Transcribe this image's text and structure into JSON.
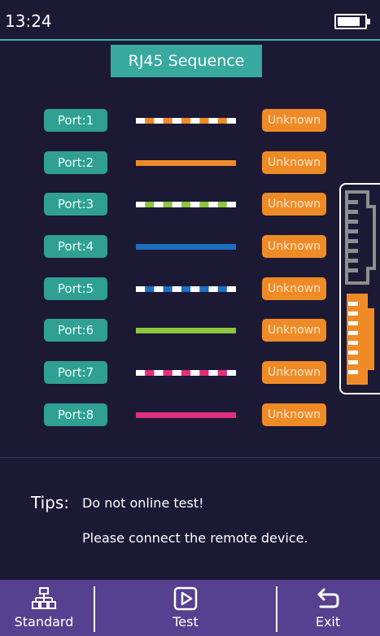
{
  "status_bar": {
    "time": "13:24",
    "battery_level_percent": 85
  },
  "title": "RJ45 Sequence",
  "colors": {
    "background": "#1c1935",
    "accent_teal": "#37a99e",
    "status_orange": "#ef8b26",
    "bottom_bar": "#55418f",
    "wire_orange": "#ef8b26",
    "wire_green": "#8cc63f",
    "wire_blue": "#1d6fc0",
    "wire_pink": "#e0307a"
  },
  "ports": [
    {
      "label": "Port:1",
      "wire": {
        "color": "orange",
        "striped": true
      },
      "status": "Unknown"
    },
    {
      "label": "Port:2",
      "wire": {
        "color": "orange",
        "striped": false
      },
      "status": "Unknown"
    },
    {
      "label": "Port:3",
      "wire": {
        "color": "green",
        "striped": true
      },
      "status": "Unknown"
    },
    {
      "label": "Port:4",
      "wire": {
        "color": "blue",
        "striped": false
      },
      "status": "Unknown"
    },
    {
      "label": "Port:5",
      "wire": {
        "color": "blue",
        "striped": true
      },
      "status": "Unknown"
    },
    {
      "label": "Port:6",
      "wire": {
        "color": "green",
        "striped": false
      },
      "status": "Unknown"
    },
    {
      "label": "Port:7",
      "wire": {
        "color": "pink",
        "striped": true
      },
      "status": "Unknown"
    },
    {
      "label": "Port:8",
      "wire": {
        "color": "pink",
        "striped": false
      },
      "status": "Unknown"
    }
  ],
  "connectors": [
    {
      "icon": "rj45-connector-icon",
      "color": "#8e8e8e",
      "selected": false
    },
    {
      "icon": "rj45-connector-icon",
      "color": "#ef8b26",
      "selected": true
    }
  ],
  "tips": {
    "label": "Tips:",
    "line1": "Do not online test!",
    "line2": "Please connect the remote device."
  },
  "bottom_bar": {
    "standard": {
      "label": "Standard",
      "icon": "network-tree-icon"
    },
    "test": {
      "label": "Test",
      "icon": "play-icon"
    },
    "exit": {
      "label": "Exit",
      "icon": "return-arrow-icon"
    }
  }
}
